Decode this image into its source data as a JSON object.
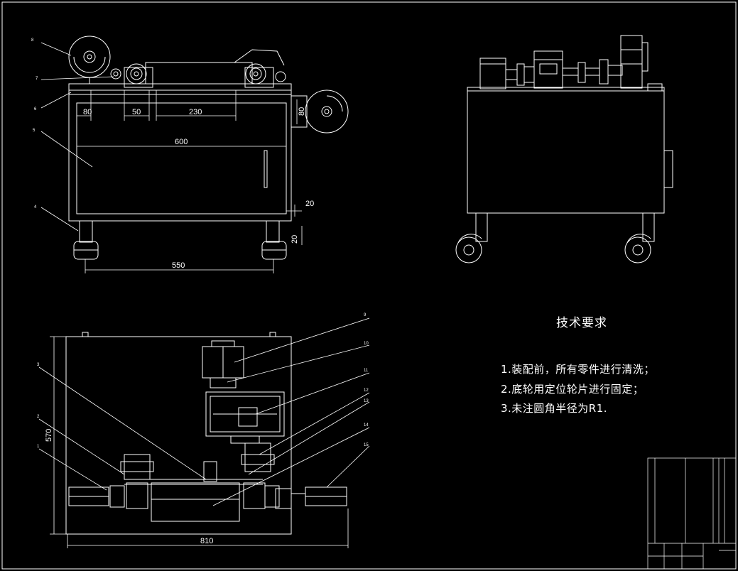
{
  "drawing": {
    "front_view_dims": [
      "80",
      "50",
      "230",
      "600",
      "550",
      "20",
      "20",
      "80"
    ],
    "plan_view_dims": [
      "570",
      "810"
    ],
    "part_numbers": [
      "1",
      "2",
      "3",
      "4",
      "5",
      "6",
      "7",
      "8",
      "9",
      "10",
      "11",
      "12",
      "13",
      "14",
      "15"
    ]
  },
  "technical_requirements": {
    "title": "技术要求",
    "items": [
      "1.装配前，所有零件进行清洗；",
      "2.底轮用定位轮片进行固定；",
      "3.未注圆角半径为R1."
    ]
  },
  "colors": {
    "background": "#000000",
    "lines": "#ffffff"
  }
}
